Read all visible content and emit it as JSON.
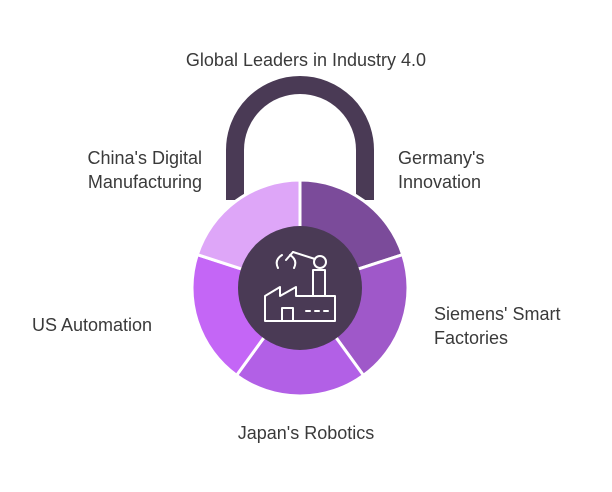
{
  "title": "Global Leaders in Industry 4.0",
  "segments": [
    {
      "key": "germany",
      "lines": [
        "Germany's",
        "Innovation"
      ],
      "color": "#7b4b9a"
    },
    {
      "key": "siemens",
      "lines": [
        "Siemens' Smart",
        "Factories"
      ],
      "color": "#9f58c9"
    },
    {
      "key": "japan",
      "lines": [
        "Japan's Robotics"
      ],
      "color": "#b260e6"
    },
    {
      "key": "us",
      "lines": [
        "US Automation"
      ],
      "color": "#c466f6"
    },
    {
      "key": "china",
      "lines": [
        "China's Digital",
        "Manufacturing"
      ],
      "color": "#dea6f8"
    }
  ],
  "colors": {
    "shackle": "#4a3a55",
    "center": "#4a3a55",
    "icon": "#ffffff",
    "text": "#3a3a3a"
  },
  "center_icon": "factory-robot-arm-icon"
}
